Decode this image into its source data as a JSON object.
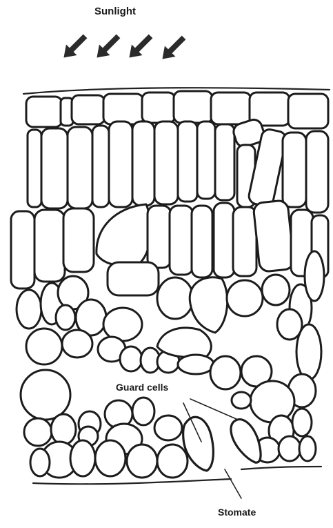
{
  "labels": {
    "sunlight": "Sunlight",
    "guard_cells": "Guard cells",
    "stomate": "Stomate"
  },
  "icons": [
    "sunlight-arrow-icon"
  ],
  "colors": {
    "ink": "#1c1c1c",
    "background": "#ffffff"
  }
}
